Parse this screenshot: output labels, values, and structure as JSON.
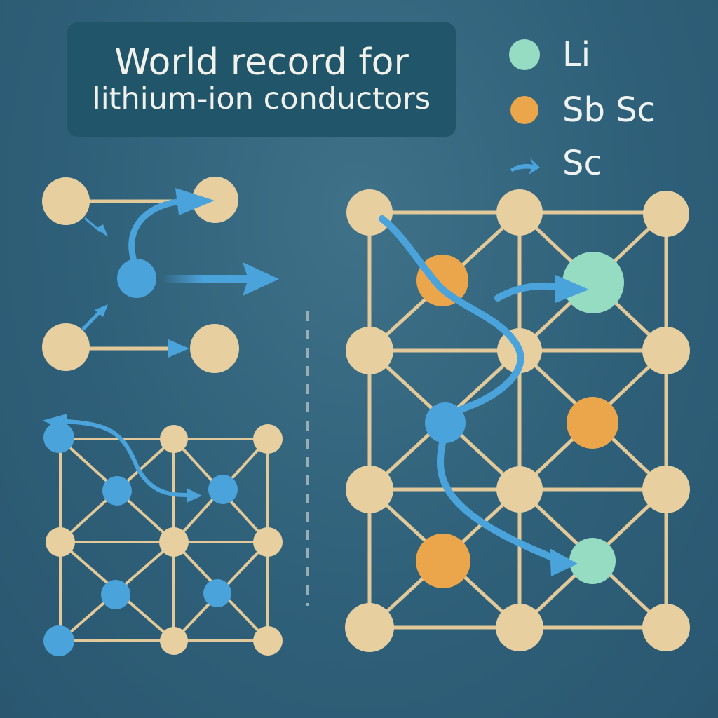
{
  "title": {
    "line1": "World record for",
    "line2": "lithium-ion conductors"
  },
  "legend": [
    {
      "label": "Li",
      "marker": "circle",
      "color": "#96dcc2"
    },
    {
      "label": "Sb Sc",
      "marker": "circle",
      "color": "#eba64b"
    },
    {
      "label": "Sc",
      "marker": "arrow",
      "color": "#4ba3dc"
    }
  ],
  "colors": {
    "background": "#2f6079",
    "title_box": "#21566a",
    "lattice_atom": "#e8cfa0",
    "lattice_bond": "#e2c999",
    "li_atom": "#96dcc2",
    "sb_sc_atom": "#eba64b",
    "migrating_ion": "#4ba3dc",
    "divider": "#98adb5"
  }
}
